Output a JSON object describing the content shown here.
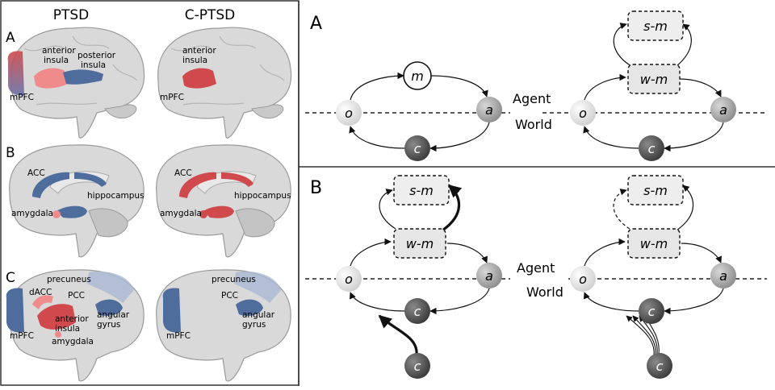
{
  "left_panel": {
    "column_headers": [
      "PTSD",
      "C-PTSD"
    ],
    "row_letters": [
      "A",
      "B",
      "C"
    ],
    "row_a": {
      "ptsd": [
        "anterior",
        "insula",
        "posterior",
        "insula",
        "mPFC"
      ],
      "cptsd": [
        "anterior",
        "insula",
        "mPFC"
      ]
    },
    "row_b": {
      "ptsd": [
        "ACC",
        "hippocampus",
        "amygdala"
      ],
      "cptsd": [
        "ACC",
        "hippocampus",
        "amygdala"
      ]
    },
    "row_c": {
      "ptsd": [
        "precuneus",
        "dACC",
        "PCC",
        "anterior",
        "insula",
        "angular",
        "gyrus",
        "mPFC",
        "amygdala"
      ],
      "cptsd": [
        "precuneus",
        "PCC",
        "angular",
        "gyrus",
        "mPFC"
      ]
    }
  },
  "right_panel": {
    "panel_a": {
      "letter": "A",
      "agent": "Agent",
      "world": "World",
      "nodes": {
        "o": "o",
        "a": "a",
        "c": "c",
        "m": "m",
        "sm": "s-m",
        "wm": "w-m"
      }
    },
    "panel_b": {
      "letter": "B",
      "agent": "Agent",
      "world": "World",
      "nodes": {
        "o": "o",
        "a": "a",
        "c": "c",
        "sm": "s-m",
        "wm": "w-m"
      }
    }
  },
  "colors": {
    "pink_region": "#f08b8b",
    "red_region": "#d0494c",
    "blue_region": "#4e6c9c",
    "brain_gray": "#d9d9d9",
    "node_dark": "#454545",
    "node_light": "#e3e3e3",
    "box_fill": "#eeeeee"
  }
}
